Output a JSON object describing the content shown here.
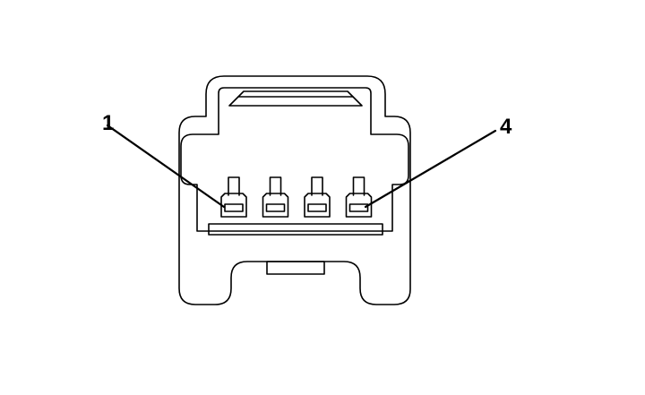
{
  "diagram": {
    "type": "connector-face-view",
    "pin_count": 4,
    "labels": {
      "pin_first": "1",
      "pin_last": "4"
    },
    "colors": {
      "line": "#000000",
      "background": "#ffffff"
    }
  }
}
